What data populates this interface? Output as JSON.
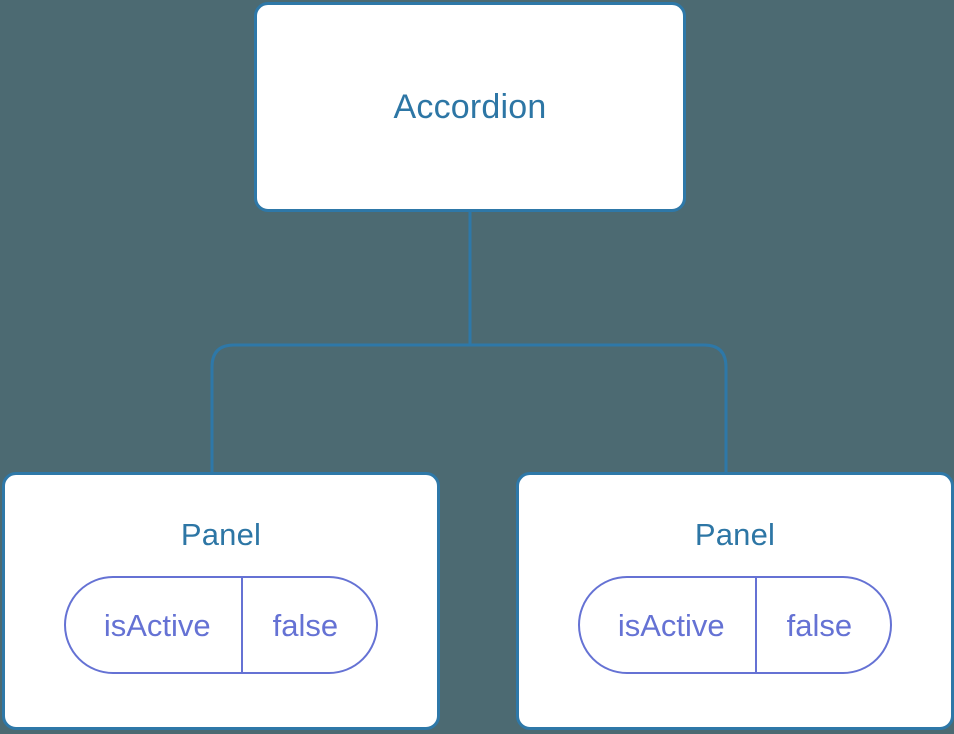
{
  "diagram": {
    "type": "component-tree",
    "background_color": "#4c6a72",
    "node_border_color": "#2e78a8",
    "node_fill_color": "#ffffff",
    "title_text_color": "#2d76a5",
    "state_accent_color": "#6572d4",
    "connector_color": "#2e78a8",
    "root": {
      "label": "Accordion"
    },
    "children": [
      {
        "label": "Panel",
        "state": {
          "key": "isActive",
          "value": "false"
        }
      },
      {
        "label": "Panel",
        "state": {
          "key": "isActive",
          "value": "false"
        }
      }
    ]
  }
}
